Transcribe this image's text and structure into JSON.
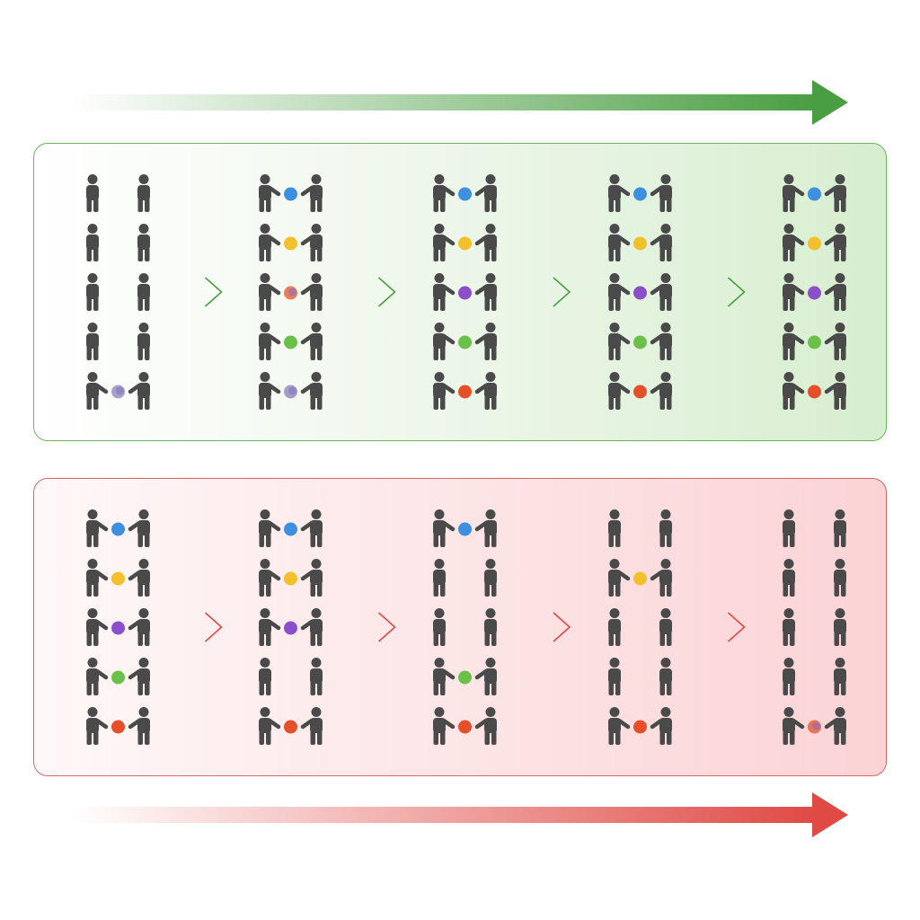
{
  "colors": {
    "person": "#4a4a4a",
    "growth_accent": "#4a9e42",
    "decline_accent": "#e04a45",
    "token_blue": "#3d8fe0",
    "token_yellow": "#f2c02a",
    "token_purple": "#8a4fc9",
    "token_green": "#6bc04a",
    "token_orange": "#e5502b",
    "token_faded": "#8a7fb8"
  },
  "growth_panel": {
    "separator_icon": "chevron-right-icon",
    "stages": [
      {
        "rows": [
          "none",
          "none",
          "none",
          "none",
          "faded"
        ]
      },
      {
        "rows": [
          "blue",
          "yellow",
          "orange-faded",
          "green",
          "faded"
        ]
      },
      {
        "rows": [
          "blue",
          "yellow",
          "purple",
          "green",
          "orange"
        ]
      },
      {
        "rows": [
          "blue",
          "yellow",
          "purple",
          "green",
          "orange"
        ]
      },
      {
        "rows": [
          "blue",
          "yellow",
          "purple",
          "green",
          "orange"
        ]
      }
    ]
  },
  "decline_panel": {
    "separator_icon": "chevron-right-icon",
    "stages": [
      {
        "rows": [
          "blue",
          "yellow",
          "purple",
          "green",
          "orange"
        ]
      },
      {
        "rows": [
          "blue",
          "yellow",
          "purple",
          "none",
          "orange"
        ]
      },
      {
        "rows": [
          "blue",
          "none",
          "none",
          "green",
          "orange"
        ]
      },
      {
        "rows": [
          "none",
          "yellow",
          "none",
          "none",
          "orange"
        ]
      },
      {
        "rows": [
          "none",
          "none",
          "none",
          "none",
          "orange-faded"
        ]
      }
    ]
  }
}
